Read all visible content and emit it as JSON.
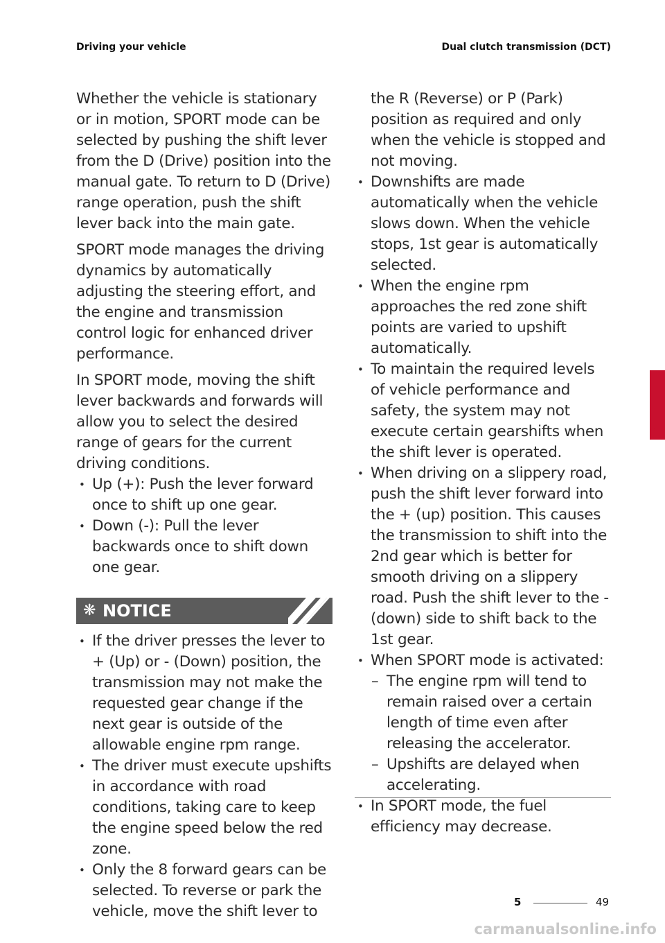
{
  "header": {
    "left": "Driving your vehicle",
    "right": "Dual clutch transmission (DCT)"
  },
  "left_column": {
    "para1": "Whether the vehicle is stationary or in motion, SPORT mode can be selected by pushing the shift lever from the D (Drive) position into the manual gate. To return to D (Drive) range operation, push the shift lever back into the main gate.",
    "para2": "SPORT mode manages the driving dynamics by automatically adjusting the steering effort, and the engine and transmission control logic for enhanced driver performance.",
    "para3": "In SPORT mode, moving the shift lever backwards and forwards will allow you to select the desired range of gears for the current driving conditions.",
    "bullets": [
      "Up (+): Push the lever forward once to shift up one gear.",
      "Down (-): Pull the lever backwards once to shift down one gear."
    ]
  },
  "notice": {
    "title": "NOTICE",
    "icon": "asterisk-icon",
    "bullets": [
      "If the driver presses the lever to + (Up) or - (Down) position, the transmission may not make the requested gear change if the next gear is outside of the allowable engine rpm range.",
      "The driver must execute upshifts in accordance with road conditions, taking care to keep the engine speed below the red zone.",
      "Only the 8 forward gears can be selected. To reverse or park the vehicle, move the shift lever to"
    ]
  },
  "right_column": {
    "continuation": "the R (Reverse) or P (Park) position as required and only when the vehicle is stopped and not moving.",
    "bullets": [
      "Downshifts are made automatically when the vehicle slows down. When the vehicle stops, 1st gear is automatically selected.",
      "When the engine rpm approaches the red zone shift points are varied to upshift automatically.",
      "To maintain the required levels of vehicle performance and safety, the system may not execute certain gearshifts when the shift lever is operated.",
      "When driving on a slippery road, push the shift lever forward into the + (up) position. This causes the transmission to shift into the 2nd gear which is better for smooth driving on a slippery road. Push the shift lever to the - (down) side to shift back to the 1st gear."
    ],
    "sport_intro": "When SPORT mode is activated:",
    "sport_dashes": [
      "The engine rpm will tend to remain raised over a certain length of time even after releasing the accelerator.",
      "Upshifts are delayed when accelerating."
    ],
    "last_bullet": "In SPORT mode, the fuel efficiency may decrease."
  },
  "side_tab": {
    "number": "5",
    "color": "#c8102e"
  },
  "footer": {
    "chapter": "5",
    "page": "49"
  },
  "watermark": "carmanualsonline.info"
}
